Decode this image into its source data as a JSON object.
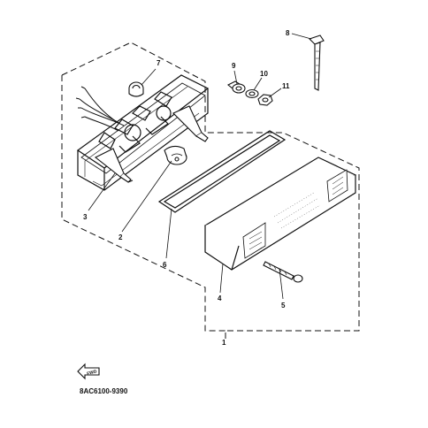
{
  "diagram": {
    "drawing_code": "8AC6100-9390",
    "fwd_label": "FWD",
    "callouts": [
      {
        "id": "1",
        "part": "tail-light-assembly"
      },
      {
        "id": "2",
        "part": "bulb"
      },
      {
        "id": "3",
        "part": "lamp-socket-housing"
      },
      {
        "id": "4",
        "part": "lens"
      },
      {
        "id": "5",
        "part": "screw"
      },
      {
        "id": "6",
        "part": "gasket"
      },
      {
        "id": "7",
        "part": "grommet"
      },
      {
        "id": "8",
        "part": "cable-tie"
      },
      {
        "id": "9",
        "part": "collar"
      },
      {
        "id": "10",
        "part": "washer"
      },
      {
        "id": "11",
        "part": "nut"
      }
    ]
  },
  "colors": {
    "line": "#111111",
    "background": "#ffffff"
  }
}
